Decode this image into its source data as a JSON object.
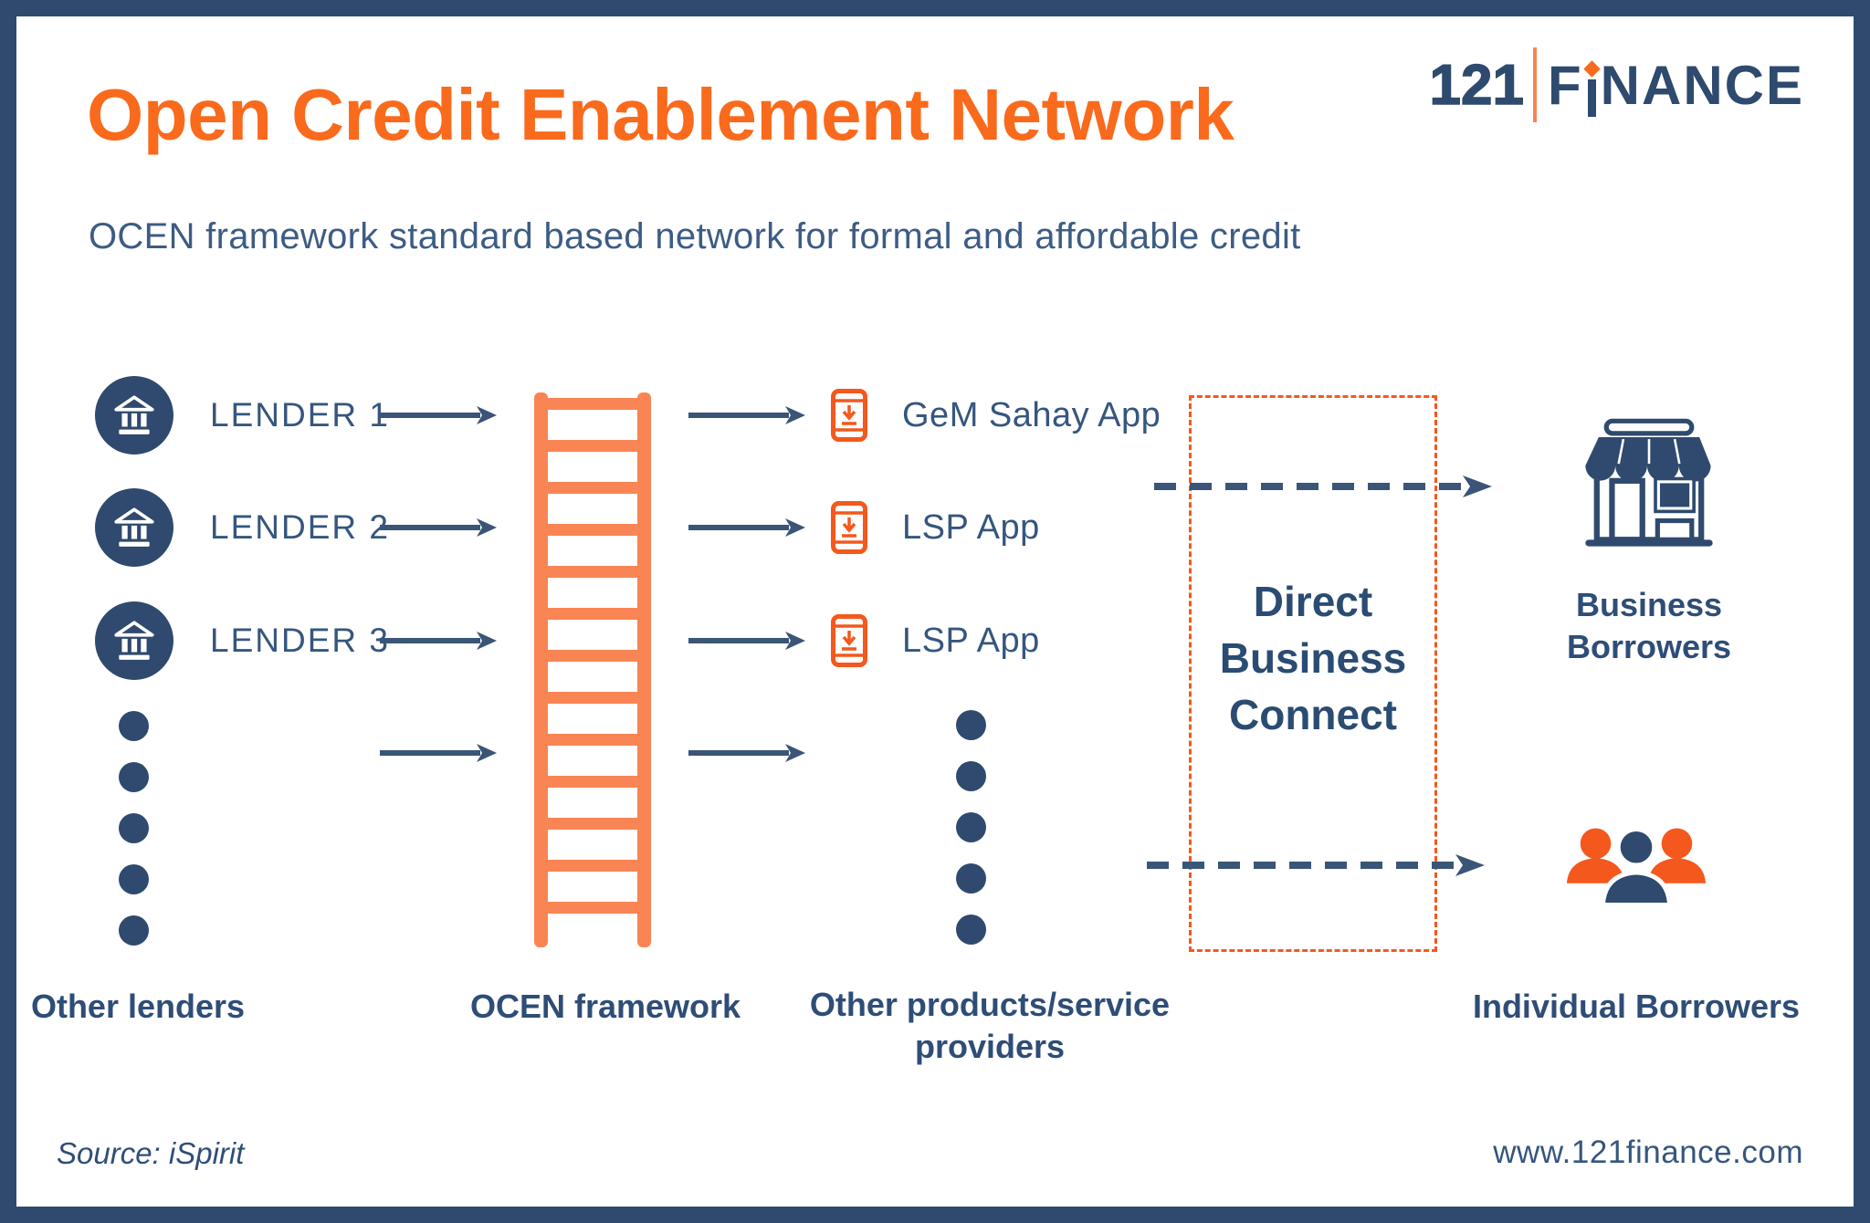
{
  "header": {
    "title": "Open Credit Enablement Network",
    "subtitle": "OCEN framework standard based network for formal and affordable credit",
    "logo": {
      "number": "121",
      "name_part1": "F",
      "name_part2": "NANCE"
    }
  },
  "lenders": {
    "items": [
      {
        "label": "LENDER 1"
      },
      {
        "label": "LENDER 2"
      },
      {
        "label": "LENDER 3"
      }
    ],
    "caption": "Other lenders"
  },
  "framework": {
    "caption": "OCEN framework"
  },
  "providers": {
    "apps": [
      {
        "label": "GeM Sahay App"
      },
      {
        "label": "LSP App"
      },
      {
        "label": "LSP App"
      }
    ],
    "caption_line1": "Other products/service",
    "caption_line2": "providers"
  },
  "direct_connect": {
    "lines": [
      "Direct",
      "Business",
      "Connect"
    ]
  },
  "borrowers": {
    "business_label": "Business Borrowers",
    "individual_label": "Individual Borrowers"
  },
  "footer": {
    "source": "Source: iSpirit",
    "website": "www.121finance.com"
  },
  "colors": {
    "navy": "#2F4A6E",
    "text_blue": "#35567E",
    "title_orange": "#F96A1C",
    "bright_orange": "#F4581D",
    "ladder_salmon": "#F98554"
  }
}
